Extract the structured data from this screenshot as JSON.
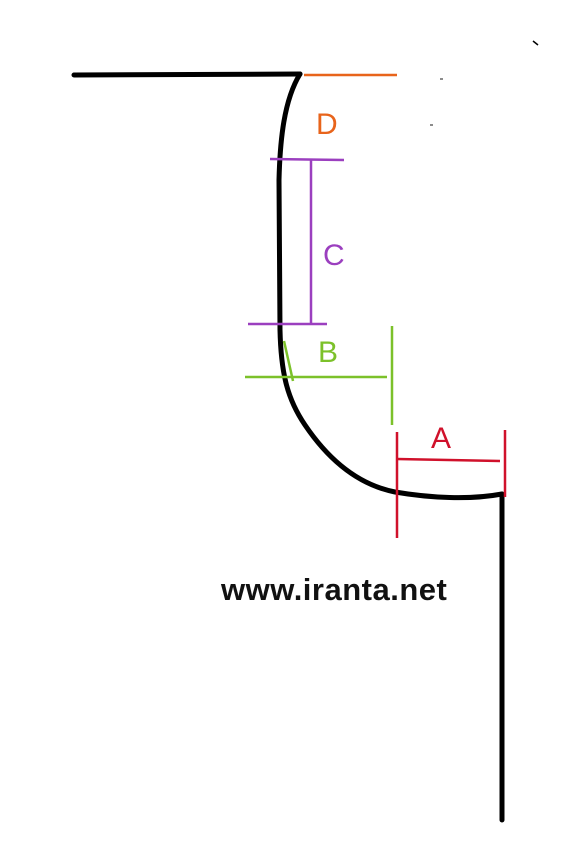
{
  "labels": {
    "a": "A",
    "b": "B",
    "c": "C",
    "d": "D"
  },
  "watermark": "www.iranta.net",
  "colors": {
    "outline": "#000000",
    "a": "#d0112b",
    "b": "#7cc12a",
    "c": "#9b3fbf",
    "d": "#e8641b"
  }
}
